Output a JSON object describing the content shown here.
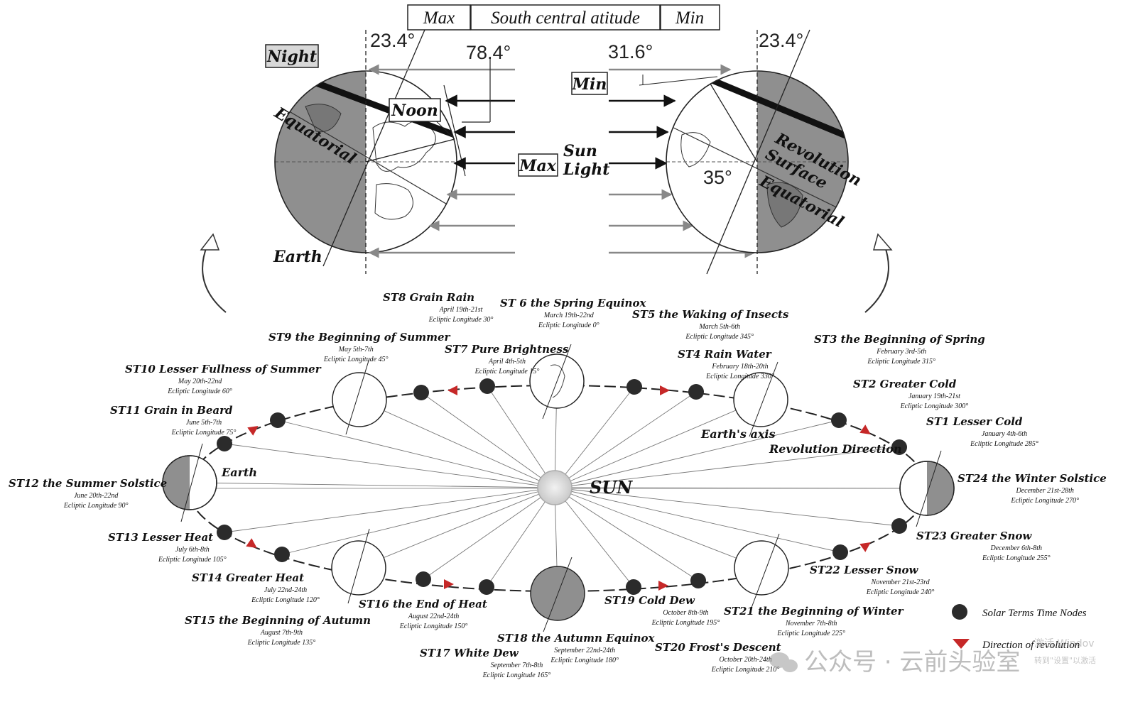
{
  "header": {
    "max": "Max",
    "title": "South central atitude",
    "min": "Min"
  },
  "left_globe": {
    "axial_tilt": "23.4°",
    "altitude": "78.4°",
    "night": "Night",
    "noon": "Noon",
    "equatorial": "Equatorial",
    "earth": "Earth",
    "max": "Max"
  },
  "sunlight": {
    "line1": "Sun",
    "line2": "Light"
  },
  "right_globe": {
    "axial_tilt": "23.4°",
    "altitude": "31.6°",
    "min": "Min",
    "latitude": "35°",
    "revolution": "Revolution",
    "surface": "Surface",
    "equatorial": "Equatorial"
  },
  "orbit": {
    "sun": "SUN",
    "earth": "Earth",
    "earths_axis": "Earth's axis",
    "revolution_direction": "Revolution Direction"
  },
  "terms": [
    {
      "id": "st1",
      "title": "ST1 Lesser Cold",
      "date": "January 4th-6th",
      "lon": "Ecliptic Longitude 285°"
    },
    {
      "id": "st2",
      "title": "ST2 Greater Cold",
      "date": "January 19th-21st",
      "lon": "Ecliptic Longitude 300°"
    },
    {
      "id": "st3",
      "title": "ST3 the Beginning of Spring",
      "date": "February 3rd-5th",
      "lon": "Ecliptic Longitude 315°"
    },
    {
      "id": "st4",
      "title": "ST4 Rain Water",
      "date": "February 18th-20th",
      "lon": "Ecliptic Longitude 330°"
    },
    {
      "id": "st5",
      "title": "ST5 the Waking of Insects",
      "date": "March 5th-6th",
      "lon": "Ecliptic Longitude 345°"
    },
    {
      "id": "st6",
      "title": "ST 6 the Spring Equinox",
      "date": "March 19th-22nd",
      "lon": "Ecliptic Longitude 0°"
    },
    {
      "id": "st7",
      "title": "ST7 Pure Brightness",
      "date": "April 4th-5th",
      "lon": "Ecliptic Longitude 15°"
    },
    {
      "id": "st8",
      "title": "ST8 Grain Rain",
      "date": "April 19th-21st",
      "lon": "Ecliptic Longitude 30°"
    },
    {
      "id": "st9",
      "title": "ST9 the Beginning of Summer",
      "date": "May 5th-7th",
      "lon": "Ecliptic Longitude 45°"
    },
    {
      "id": "st10",
      "title": "ST10 Lesser Fullness of Summer",
      "date": "May 20th-22nd",
      "lon": "Ecliptic Longitude 60°"
    },
    {
      "id": "st11",
      "title": "ST11 Grain in Beard",
      "date": "June 5th-7th",
      "lon": "Ecliptic Longitude 75°"
    },
    {
      "id": "st12",
      "title": "ST12 the Summer Solstice",
      "date": "June 20th-22nd",
      "lon": "Ecliptic Longitude 90°"
    },
    {
      "id": "st13",
      "title": "ST13 Lesser Heat",
      "date": "July 6th-8th",
      "lon": "Ecliptic Longitude 105°"
    },
    {
      "id": "st14",
      "title": "ST14 Greater Heat",
      "date": "July 22nd-24th",
      "lon": "Ecliptic Longitude 120°"
    },
    {
      "id": "st15",
      "title": "ST15 the Beginning of Autumn",
      "date": "August 7th-9th",
      "lon": "Ecliptic Longitude 135°"
    },
    {
      "id": "st16",
      "title": "ST16 the End of Heat",
      "date": "August 22nd-24th",
      "lon": "Ecliptic Longitude 150°"
    },
    {
      "id": "st17",
      "title": "ST17 White Dew",
      "date": "September 7th-8th",
      "lon": "Ecliptic Longitude 165°"
    },
    {
      "id": "st18",
      "title": "ST18 the Autumn Equinox",
      "date": "September 22nd-24th",
      "lon": "Ecliptic Longitude 180°"
    },
    {
      "id": "st19",
      "title": "ST19 Cold Dew",
      "date": "October 8th-9th",
      "lon": "Ecliptic Longitude 195°"
    },
    {
      "id": "st20",
      "title": "ST20 Frost's Descent",
      "date": "October 20th-24th",
      "lon": "Ecliptic Longitude 210°"
    },
    {
      "id": "st21",
      "title": "ST21 the Beginning of Winter",
      "date": "November 7th-8th",
      "lon": "Ecliptic Longitude 225°"
    },
    {
      "id": "st22",
      "title": "ST22 Lesser Snow",
      "date": "November 21st-23rd",
      "lon": "Ecliptic Longitude 240°"
    },
    {
      "id": "st23",
      "title": "ST23 Greater Snow",
      "date": "December 6th-8th",
      "lon": "Ecliptic Longitude 255°"
    },
    {
      "id": "st24",
      "title": "ST24 the Winter Solstice",
      "date": "December 21st-28th",
      "lon": "Ecliptic Longitude 270°"
    }
  ],
  "legend": {
    "nodes": "Solar Terms Time Nodes",
    "direction": "Direction of revolution"
  },
  "watermark": {
    "text": "公众号 · 云前头验室",
    "activate": "激活 Windov",
    "activate_sub": "转到\"设置\"以激活"
  },
  "colors": {
    "globe_shade": "#8f8f8f",
    "node": "#2b2b2b",
    "arrow_red": "#c62828",
    "box_fill": "#d8d8d8",
    "sun_fill": "#d9d9d9"
  }
}
